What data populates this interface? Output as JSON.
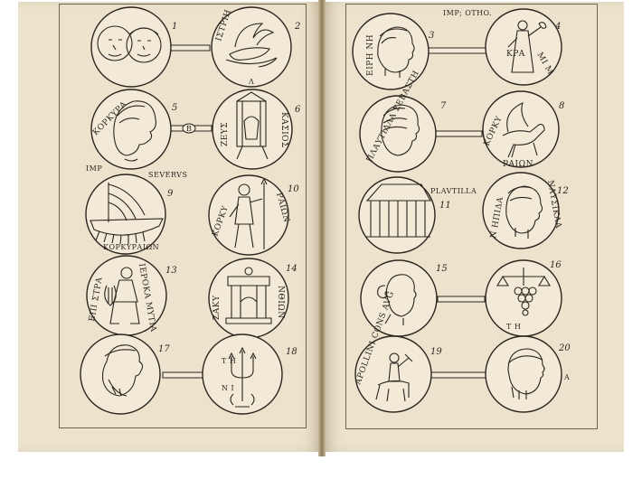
{
  "left_page": {
    "coins": [
      {
        "number": "1",
        "inscription": ""
      },
      {
        "number": "2",
        "inscription": "ΙΣΤΡΙΗ",
        "exergue": "Λ"
      },
      {
        "number": "5",
        "inscription": "ΚΟΡΚΥΡΑ"
      },
      {
        "number": "6",
        "inscription": "ΖΕΥΣ",
        "inscription_2": "ΚΑΣΙΟΣ"
      },
      {
        "number": "9",
        "inscription": "ΚΟΡΚΥΡΑΙΩΝ"
      },
      {
        "number": "10",
        "inscription": "ΚΟΡΚΥ",
        "inscription_2": "ΡΑΙΩΝ"
      },
      {
        "number": "13",
        "inscription": "ΕΠΙ ΣΤΡΑ",
        "inscription_2": "ΙΕΡΟΚΑ ΜΥΤΙΑ"
      },
      {
        "number": "14",
        "inscription": "ΖΑΚΥ",
        "inscription_2": "ΝΘΙΩΝ"
      },
      {
        "number": "17",
        "inscription": ""
      },
      {
        "number": "18",
        "inscription": "Τ Η",
        "inscription_2": "Ν Ι"
      }
    ],
    "caption_imp": "IMP",
    "caption_severus": "SEVERVS",
    "bar_letter": "B"
  },
  "right_page": {
    "coins": [
      {
        "number": "3",
        "inscription": "ΕΙΡΗ ΝΗ"
      },
      {
        "number": "4",
        "inscription": "ΚΡΑ",
        "inscription_2": "ΜΙ Μ"
      },
      {
        "number": "7",
        "inscription": "ΠΛΑΥΤΙΛΛΑ ΣΕΒΑΣΤΗ"
      },
      {
        "number": "8",
        "inscription": "ΚΟΡΚΥ",
        "inscription_2": "ΡΑΙΩΝ"
      },
      {
        "number": "11",
        "inscription": ""
      },
      {
        "number": "12",
        "inscription": "ΝΑΥΣΙΚΑΑ",
        "inscription_2": "Ν ΗΠΙΔΑ"
      },
      {
        "number": "15",
        "inscription": ""
      },
      {
        "number": "16",
        "inscription": "Τ Η"
      },
      {
        "number": "19",
        "inscription": "APOLLINI CONS AVG"
      },
      {
        "number": "20",
        "inscription": ""
      }
    ],
    "caption_otho": "IMP; OTHO.",
    "caption_plautilla": "PLAVTILLA",
    "edge_letter": "A"
  }
}
